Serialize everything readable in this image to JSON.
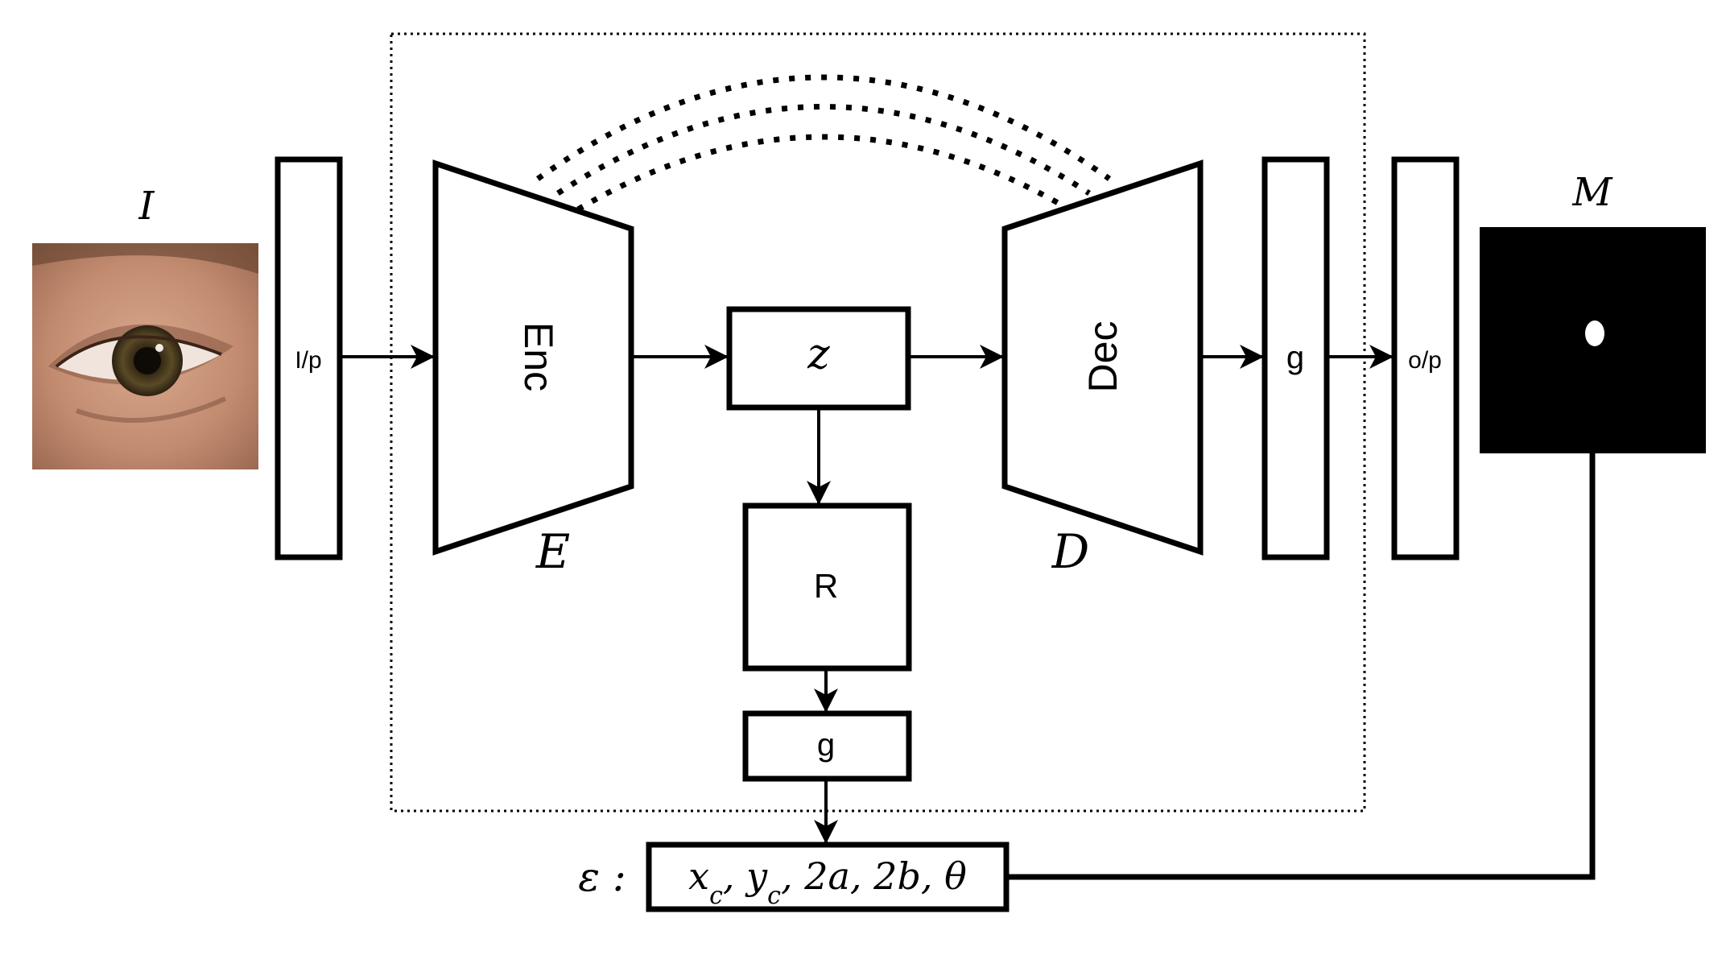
{
  "labels": {
    "input_image": "I",
    "input_block": "I/p",
    "encoder_name": "Enc",
    "encoder_symbol": "E",
    "latent": "z",
    "regressor": "R",
    "g_lower": "g",
    "decoder_name": "Dec",
    "decoder_symbol": "D",
    "g_right": "g",
    "output_block": "o/p",
    "mask_symbol": "M",
    "ellipse_symbol": "ε :",
    "ellipse_params": "xc, yc, 2a, 2b, θ",
    "ellipse_params_parts": [
      {
        "base": "x",
        "sub": "c",
        "sep": ", "
      },
      {
        "base": "y",
        "sub": "c",
        "sep": ", "
      },
      {
        "base": "2a",
        "sub": "",
        "sep": ", "
      },
      {
        "base": "2b",
        "sub": "",
        "sep": ", "
      },
      {
        "base": "θ",
        "sub": "",
        "sep": ""
      }
    ]
  },
  "colors": {
    "stroke": "#000000",
    "background": "#ffffff",
    "mask_fill": "#000000",
    "pupil_fill": "#ffffff",
    "skin": "#c9967c",
    "iris": "#4a3d22"
  },
  "icons": {
    "input_image": "eye-photo",
    "mask_image": "binary-pupil-mask"
  }
}
